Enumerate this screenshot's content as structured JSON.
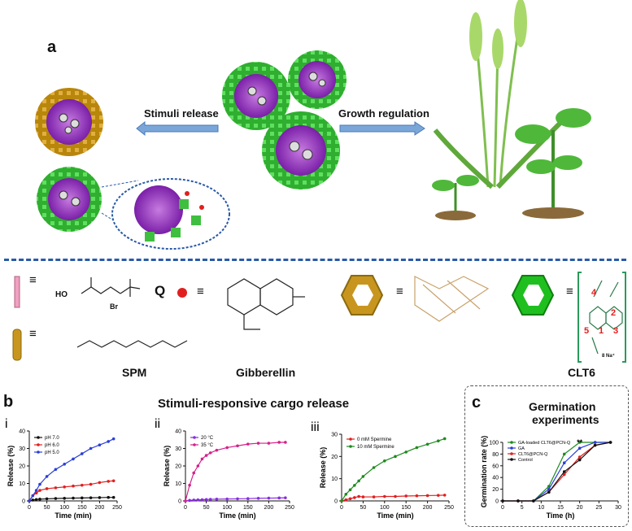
{
  "panel_a": {
    "letter": "a",
    "stimuli_release_label": "Stimuli release",
    "growth_regulation_label": "Growth regulation"
  },
  "legend": {
    "q_label": "Q",
    "spm_label": "SPM",
    "gibberellin_label": "Gibberellin",
    "clt6_label": "CLT6",
    "equiv": "≡",
    "br_label": "Br",
    "ho_label": "HO",
    "na_label": "8 Na⁺",
    "clt6_numbers": [
      "1",
      "2",
      "3",
      "4",
      "5"
    ]
  },
  "panel_b": {
    "letter": "b",
    "title": "Stimuli-responsive cargo release"
  },
  "panel_c": {
    "letter": "c",
    "title_line1": "Germination",
    "title_line2": "experiments",
    "stars": "**"
  },
  "colors": {
    "green": "#1f8a1f",
    "red": "#e02020",
    "blue": "#2a3fd8",
    "black": "#111111",
    "purple": "#8a2be2",
    "magenta": "#d6208a",
    "divider": "#2a5aa8"
  },
  "chart_data": [
    {
      "id": "i",
      "type": "line",
      "panel_label": "i",
      "xlabel": "Time (min)",
      "ylabel": "Release (%)",
      "xlim": [
        0,
        250
      ],
      "ylim": [
        0,
        40
      ],
      "xticks": [
        0,
        50,
        100,
        150,
        200,
        250
      ],
      "yticks": [
        0,
        10,
        20,
        30,
        40
      ],
      "legend_position": "top-left",
      "series": [
        {
          "name": "pH 7.0",
          "color": "#111111",
          "x": [
            0,
            10,
            20,
            30,
            50,
            75,
            100,
            125,
            150,
            175,
            200,
            225,
            240
          ],
          "y": [
            0,
            0.5,
            0.8,
            1.0,
            1.2,
            1.4,
            1.5,
            1.6,
            1.7,
            1.8,
            1.9,
            2.0,
            2.0
          ]
        },
        {
          "name": "pH 6.0",
          "color": "#e02020",
          "x": [
            0,
            10,
            20,
            30,
            50,
            75,
            100,
            125,
            150,
            175,
            200,
            225,
            240
          ],
          "y": [
            0,
            3,
            4.5,
            6,
            7,
            7.5,
            8,
            8.5,
            9,
            9.5,
            10.5,
            11.2,
            11.5
          ]
        },
        {
          "name": "pH 5.0",
          "color": "#2a3fd8",
          "x": [
            0,
            10,
            20,
            30,
            50,
            75,
            100,
            125,
            150,
            175,
            200,
            225,
            240
          ],
          "y": [
            0,
            3,
            6,
            9.5,
            14,
            18,
            21,
            24,
            27,
            30,
            32,
            34,
            35.5
          ]
        }
      ]
    },
    {
      "id": "ii",
      "type": "line",
      "panel_label": "ii",
      "xlabel": "Time (min)",
      "ylabel": "Release (%)",
      "xlim": [
        0,
        250
      ],
      "ylim": [
        0,
        40
      ],
      "xticks": [
        0,
        50,
        100,
        150,
        200,
        250
      ],
      "yticks": [
        0,
        10,
        20,
        30,
        40
      ],
      "legend_position": "top-left",
      "series": [
        {
          "name": "20 °C",
          "color": "#8a2be2",
          "x": [
            0,
            10,
            20,
            30,
            40,
            50,
            60,
            75,
            100,
            125,
            150,
            175,
            200,
            225,
            240
          ],
          "y": [
            0,
            0.3,
            0.5,
            0.6,
            0.7,
            0.8,
            0.9,
            1.0,
            1.1,
            1.2,
            1.3,
            1.5,
            1.6,
            1.7,
            1.8
          ]
        },
        {
          "name": "35 °C",
          "color": "#d6208a",
          "x": [
            0,
            10,
            20,
            30,
            40,
            50,
            60,
            75,
            100,
            125,
            150,
            175,
            200,
            225,
            240
          ],
          "y": [
            0,
            9,
            16,
            20,
            24,
            26,
            27.5,
            29,
            30.5,
            31.5,
            32.5,
            33,
            33,
            33.5,
            33.5
          ]
        }
      ]
    },
    {
      "id": "iii",
      "type": "line",
      "panel_label": "iii",
      "xlabel": "Time (min)",
      "ylabel": "Release (%)",
      "xlim": [
        0,
        250
      ],
      "ylim": [
        0,
        30
      ],
      "xticks": [
        0,
        50,
        100,
        150,
        200,
        250
      ],
      "yticks": [
        0,
        10,
        20,
        30
      ],
      "legend_position": "top-left",
      "series": [
        {
          "name": "0 mM Spermine",
          "color": "#e02020",
          "x": [
            0,
            10,
            20,
            30,
            40,
            50,
            75,
            100,
            125,
            150,
            175,
            200,
            225,
            240
          ],
          "y": [
            0,
            0.5,
            1,
            1.5,
            2,
            1.8,
            1.8,
            2,
            2,
            2.2,
            2.3,
            2.4,
            2.5,
            2.6
          ]
        },
        {
          "name": "10 mM Spermine",
          "color": "#1f8a1f",
          "x": [
            0,
            10,
            20,
            30,
            40,
            50,
            75,
            100,
            125,
            150,
            175,
            200,
            225,
            240
          ],
          "y": [
            0,
            3,
            5,
            7,
            9,
            11,
            15,
            18,
            20,
            22,
            24,
            25.5,
            27,
            28
          ]
        }
      ]
    },
    {
      "id": "c",
      "type": "line",
      "panel_label": "",
      "xlabel": "Time (h)",
      "ylabel": "Germination rate (%)",
      "xlim": [
        0,
        30
      ],
      "ylim": [
        0,
        100
      ],
      "xticks": [
        0,
        5,
        10,
        15,
        20,
        25,
        30
      ],
      "yticks": [
        0,
        20,
        40,
        60,
        80,
        100
      ],
      "legend_position": "top-left",
      "series": [
        {
          "name": "GA-loaded CLT6@PCN-Q",
          "color": "#1f8a1f",
          "x": [
            0,
            4,
            8,
            12,
            16,
            20,
            24,
            28
          ],
          "y": [
            0,
            0,
            0,
            25,
            80,
            100,
            100,
            100
          ]
        },
        {
          "name": "GA",
          "color": "#2a3fd8",
          "x": [
            0,
            4,
            8,
            12,
            16,
            20,
            24,
            28
          ],
          "y": [
            0,
            0,
            0,
            20,
            65,
            90,
            100,
            100
          ]
        },
        {
          "name": "CLT6@PCN-Q",
          "color": "#e02020",
          "x": [
            0,
            4,
            8,
            12,
            16,
            20,
            24,
            28
          ],
          "y": [
            0,
            0,
            0,
            15,
            45,
            75,
            95,
            100
          ]
        },
        {
          "name": "Control",
          "color": "#111111",
          "x": [
            0,
            4,
            8,
            12,
            16,
            20,
            24,
            28
          ],
          "y": [
            0,
            0,
            0,
            15,
            50,
            70,
            95,
            100
          ]
        }
      ]
    }
  ]
}
